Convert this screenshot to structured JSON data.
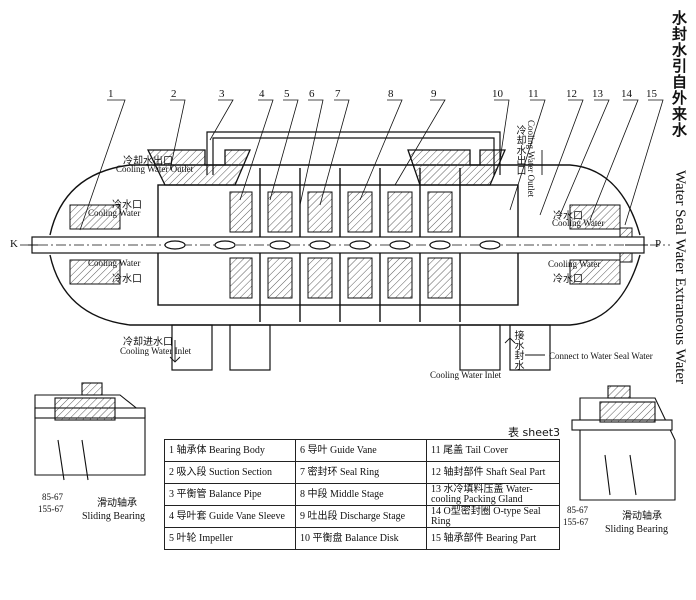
{
  "labels": {
    "cooling_water_outlet_cn": "冷却水出口",
    "cooling_water_outlet_en": "Cooling Water Outlet",
    "cooling_water_cn": "冷水口",
    "cooling_water_en": "Cooling Water",
    "cooling_water_inlet_cn": "冷却进水口",
    "cooling_water_inlet_en": "Cooling Water Inlet",
    "cooling_water_inlet2_en": "Cooling Water Inlet",
    "cooling_water_outlet_vert_cn": "冷却水出口",
    "cooling_water_outlet_vert_en": "Cooling Water Outlet",
    "connect_seal_cn": "接水封水",
    "connect_seal_en": "Connect to Water Seal Water",
    "right_cooling_cn": "冷水口",
    "right_cooling_en": "Cooling Water",
    "k": "K",
    "p": "P",
    "sheet": "表 sheet3",
    "sliding_bearing_cn": "滑动轴承",
    "sliding_bearing_en": "Sliding Bearing",
    "left_dims_1": "85-67",
    "left_dims_2": "155-67",
    "right_dims_1": "85-67",
    "right_dims_2": "155-67"
  },
  "title_right": {
    "cn": "水封水引自外来水",
    "en": "Water Seal Water Extraneous Water"
  },
  "callouts": [
    "1",
    "2",
    "3",
    "4",
    "5",
    "6",
    "7",
    "8",
    "9",
    "10",
    "11",
    "12",
    "13",
    "14",
    "15"
  ],
  "parts_table": [
    [
      "1 轴承体  Bearing Body",
      "6 导叶 Guide Vane",
      "11 尾盖 Tail Cover"
    ],
    [
      "2 吸入段 Suction Section",
      "7 密封环 Seal Ring",
      "12  轴封部件  Shaft Seal Part"
    ],
    [
      "3  平衡管  Balance Pipe",
      "8 中段 Middle Stage",
      "13 水冷填料压盖 Water-cooling Packing Gland"
    ],
    [
      "4 导叶套  Guide Vane Sleeve",
      "9 吐出段 Discharge Stage",
      "14  O型密封圈 O-type Seal Ring"
    ],
    [
      "5 叶轮  Impeller",
      "10 平衡盘 Balance Disk",
      "15 轴承部件 Bearing Part"
    ]
  ]
}
